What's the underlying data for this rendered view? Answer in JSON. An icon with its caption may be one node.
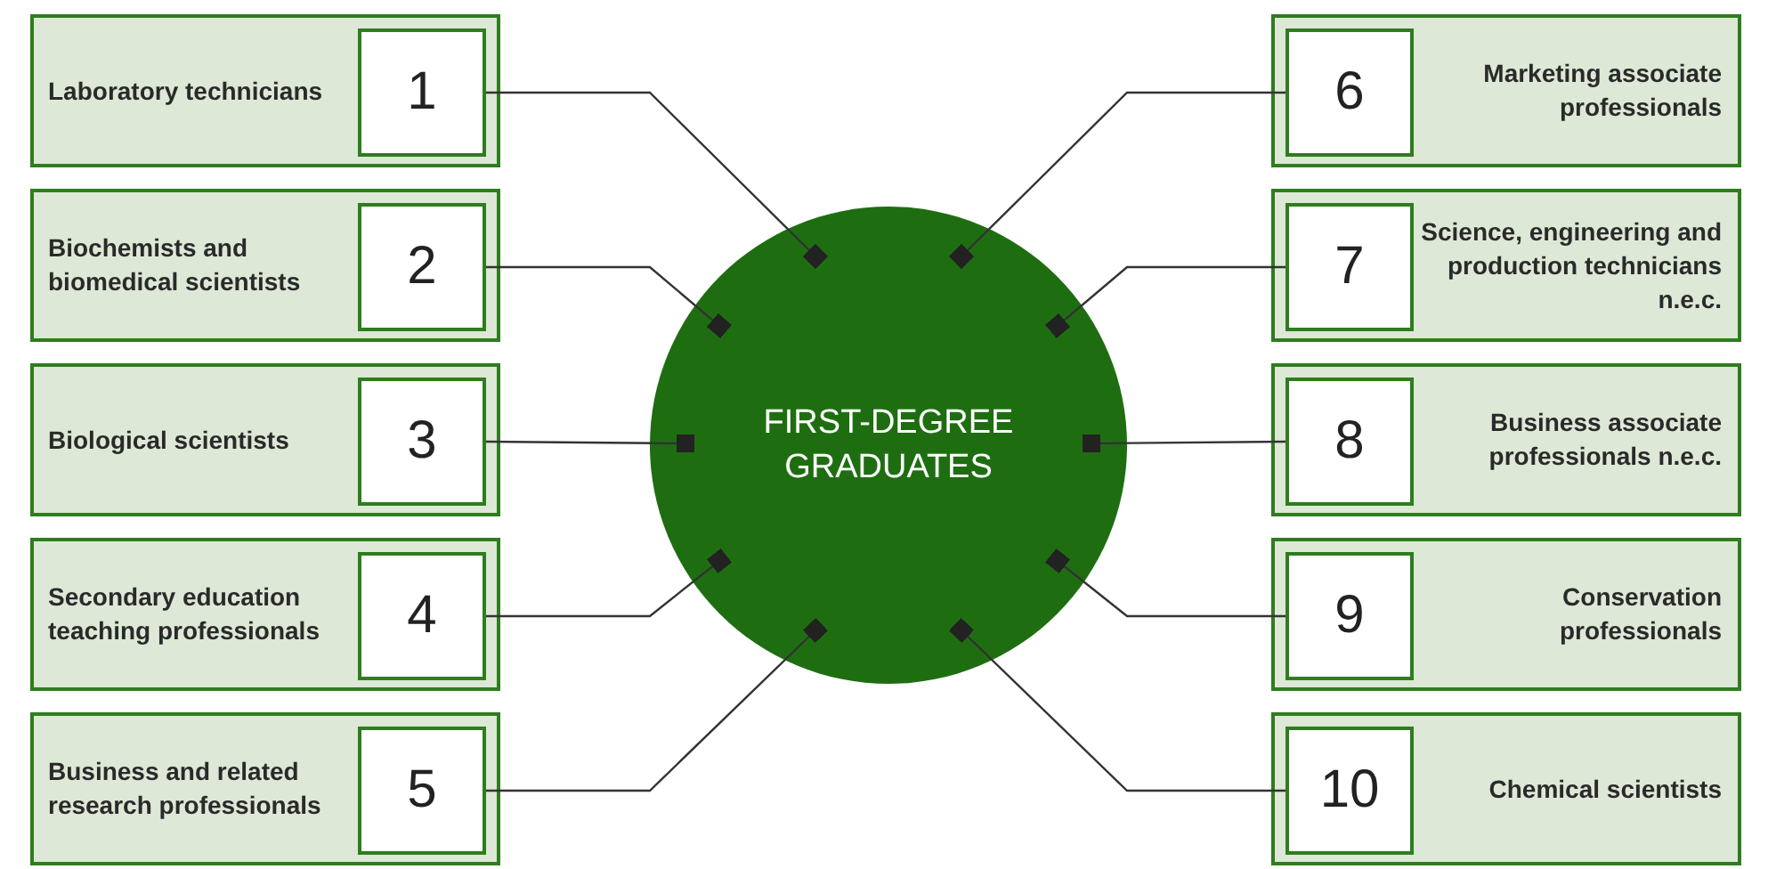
{
  "diagram": {
    "nodes": [
      {
        "text": [
          "Laboratory technicians"
        ]
      },
      {
        "text": [
          "1"
        ],
        "in": 0
      },
      {
        "text": [
          "Biochemists and biomedical scientists"
        ]
      },
      {
        "text": [
          "2"
        ],
        "in": 2
      },
      {
        "text": [
          "Biological scientists"
        ]
      },
      {
        "text": [
          "3"
        ],
        "in": 4
      },
      {
        "text": [
          "Secondary education teaching professionals"
        ]
      },
      {
        "text": [
          "4"
        ],
        "in": 6
      },
      {
        "text": [
          "Business and related research professionals"
        ]
      },
      {
        "text": [
          "5"
        ],
        "in": 8
      },
      {
        "text": [
          "Marketing associate professionals"
        ]
      },
      {
        "text": [
          "6"
        ],
        "in": 10
      },
      {
        "text": [
          "Science, engineering and production technicians n.e.c."
        ]
      },
      {
        "text": [
          "7"
        ],
        "in": 12
      },
      {
        "text": [
          "Business associate professionals n.e.c."
        ]
      },
      {
        "text": [
          "8"
        ],
        "in": 14
      },
      {
        "text": [
          "Conservation professionals"
        ]
      },
      {
        "text": [
          "9"
        ],
        "in": 16
      },
      {
        "text": [
          "Chemical scientists"
        ]
      },
      {
        "text": [
          "10"
        ],
        "in": 18
      },
      {
        "text": [
          "FIRST-DEGREE GRADUATES"
        ]
      }
    ],
    "edges": [
      {
        "from": 1,
        "to": 20,
        "arrow": "other"
      },
      {
        "from": 3,
        "to": 20,
        "arrow": "other"
      },
      {
        "from": 5,
        "to": 20,
        "arrow": "other"
      },
      {
        "from": 7,
        "to": 20,
        "arrow": "other"
      },
      {
        "from": 9,
        "to": 20,
        "arrow": "other"
      },
      {
        "from": 11,
        "to": 20,
        "arrow": "other"
      },
      {
        "from": 13,
        "to": 20,
        "arrow": "other"
      },
      {
        "from": 15,
        "to": 20,
        "arrow": "other"
      },
      {
        "from": 17,
        "to": 20,
        "arrow": "other"
      },
      {
        "from": 19,
        "to": 20,
        "arrow": "other"
      }
    ]
  }
}
